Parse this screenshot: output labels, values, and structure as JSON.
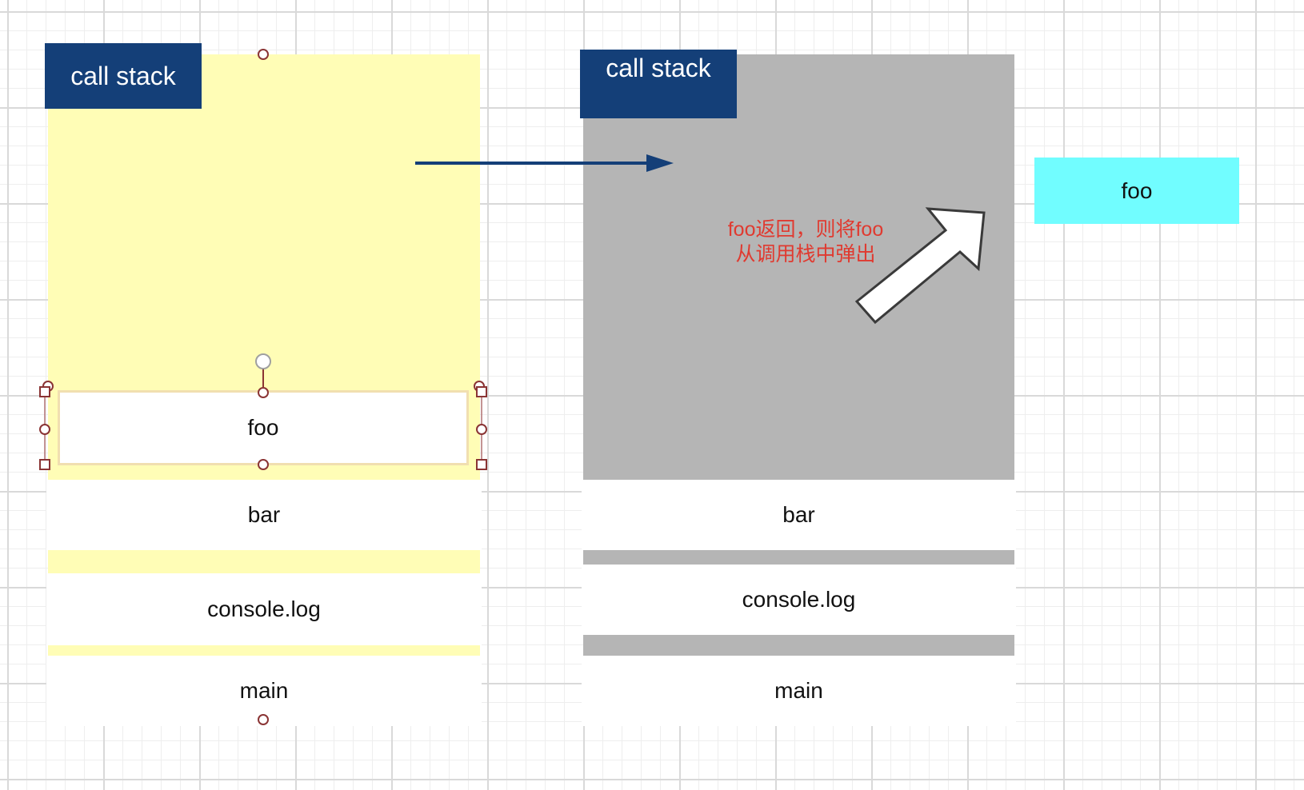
{
  "left_panel": {
    "label": "call stack",
    "frames": [
      "foo",
      "bar",
      "console.log",
      "main"
    ]
  },
  "right_panel": {
    "label": "call stack",
    "frames": [
      "bar",
      "console.log",
      "main"
    ],
    "note_line1": "foo返回，则将foo",
    "note_line2": "从调用栈中弹出"
  },
  "popped_frame": {
    "label": "foo"
  },
  "colors": {
    "left_container": "#fffdb6",
    "right_container": "#b5b5b5",
    "label_bg": "#143f78",
    "popped_frame_bg": "#71fdff",
    "selection_border": "#f1dfb0",
    "arrow": "#143f78",
    "note_text": "#e03a30"
  }
}
